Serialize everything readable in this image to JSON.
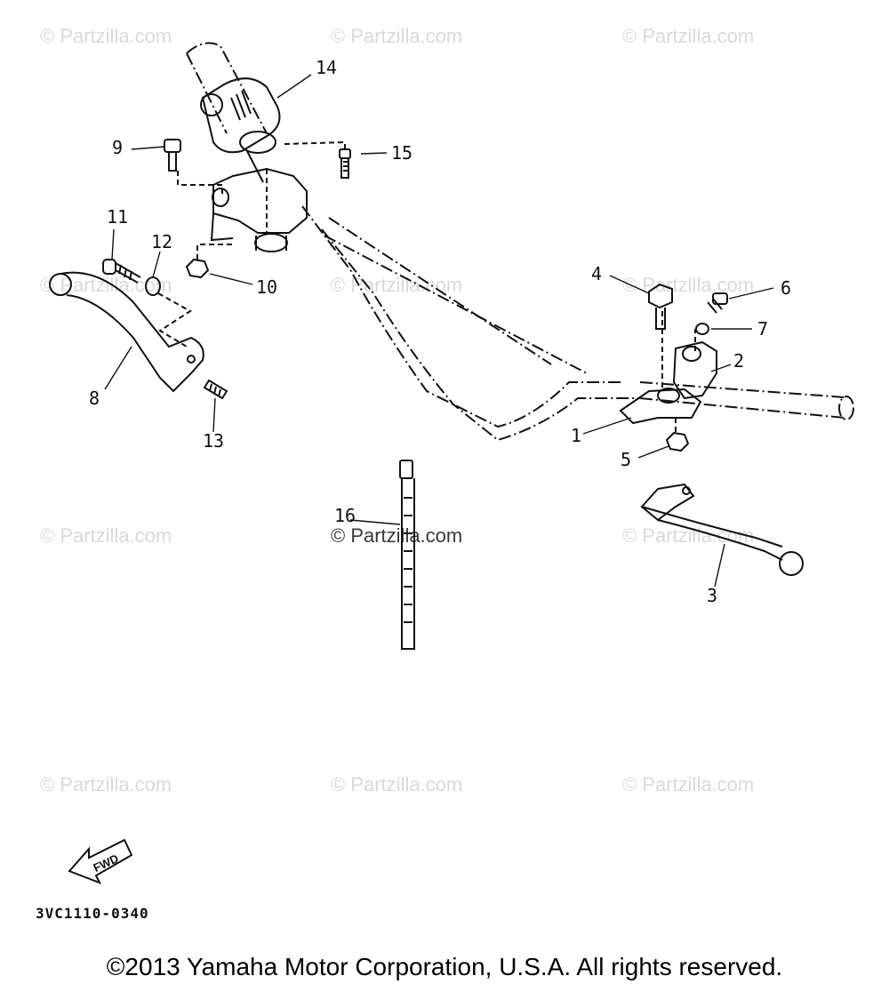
{
  "watermarks": [
    "© Partzilla.com",
    "© Partzilla.com",
    "© Partzilla.com",
    "© Partzilla.com",
    "© Partzilla.com",
    "© Partzilla.com",
    "© Partzilla.com",
    "© Partzilla.com",
    "© Partzilla.com",
    "© Partzilla.com",
    "© Partzilla.com",
    "© Partzilla.com"
  ],
  "callouts": {
    "c1": "1",
    "c2": "2",
    "c3": "3",
    "c4": "4",
    "c5": "5",
    "c6": "6",
    "c7": "7",
    "c8": "8",
    "c9": "9",
    "c10": "10",
    "c11": "11",
    "c12": "12",
    "c13": "13",
    "c14": "14",
    "c15": "15",
    "c16": "16"
  },
  "fwd_label": "FWD",
  "diagram_code": "3VC1110-0340",
  "copyright": "©2013 Yamaha Motor Corporation, U.S.A. All rights reserved."
}
